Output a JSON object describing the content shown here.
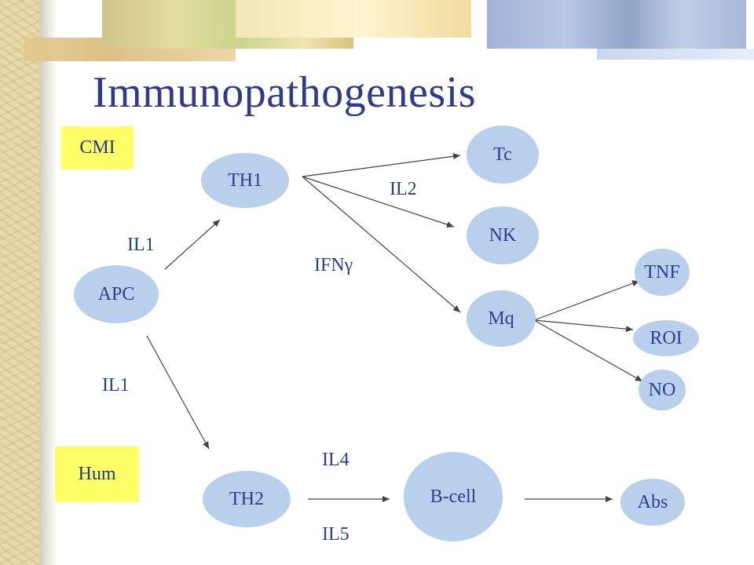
{
  "title": "Immunopathogenesis",
  "boxes": {
    "cmi": "CMI",
    "hum": "Hum"
  },
  "nodes": {
    "apc": "APC",
    "th1": "TH1",
    "th2": "TH2",
    "tc": "Tc",
    "nk": "NK",
    "mq": "Mq",
    "tnf": "TNF",
    "roi": "ROI",
    "no": "NO",
    "bcell": "B-cell",
    "abs": "Abs"
  },
  "labels": {
    "il1_upper": "IL1",
    "il1_lower": "IL1",
    "il2": "IL2",
    "ifng": "IFNγ",
    "il4": "IL4",
    "il5": "IL5"
  },
  "colors": {
    "title": "#2e3a8c",
    "node_fill": "#b8d0ec",
    "highlight_box": "#ffff66"
  }
}
